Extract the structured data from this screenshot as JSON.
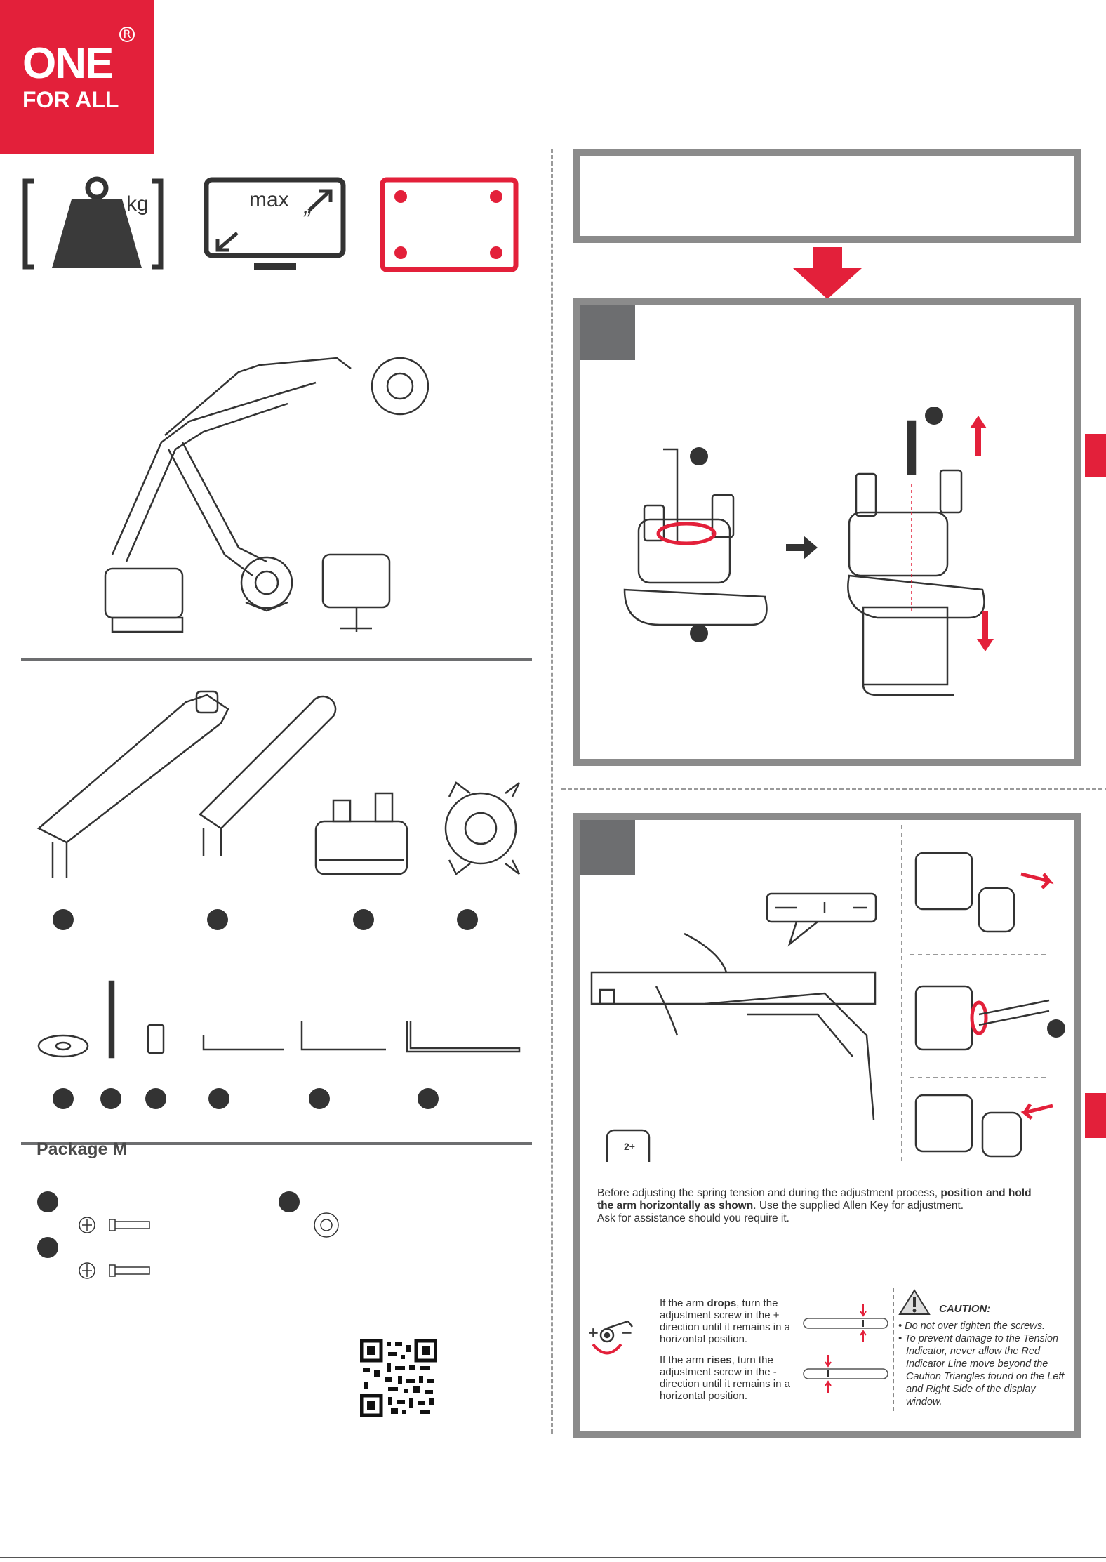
{
  "brand": {
    "logo_line1": "ONE",
    "logo_line2": "FOR ALL",
    "registered": "R"
  },
  "specs": {
    "weight_unit": "kg",
    "screen_label": "max",
    "screen_inch_mark": "”"
  },
  "package": {
    "title": "Package M"
  },
  "step1_box": {
    "text": ""
  },
  "step3": {
    "instruction_pre": "Before adjusting the spring tension and during the adjustment process, ",
    "instruction_bold": "position and hold the arm horizontally as shown",
    "instruction_post": ". Use the supplied Allen Key for adjustment.",
    "instruction_line3": "Ask for assistance should you require it.",
    "assist_badge": "2+",
    "drops": {
      "pre": "If the arm ",
      "bold": "drops",
      "post": ", turn the adjustment screw in the + direction until it remains in a horizontal position."
    },
    "rises": {
      "pre": "If the arm ",
      "bold": "rises",
      "post": ", turn the adjustment screw in the - direction until it remains in a horizontal position."
    },
    "plus": "+",
    "minus": "−",
    "caution": {
      "title": "CAUTION:",
      "line1": "Do not over tighten the screws.",
      "line2": "To prevent damage to the Tension Indicator, never allow the Red Indicator Line move beyond the Caution Triangles found on the Left and Right Side of the display window."
    }
  },
  "colors": {
    "brand_red": "#e3203a",
    "panel_gray": "#8b8b8b",
    "dark": "#333333"
  }
}
